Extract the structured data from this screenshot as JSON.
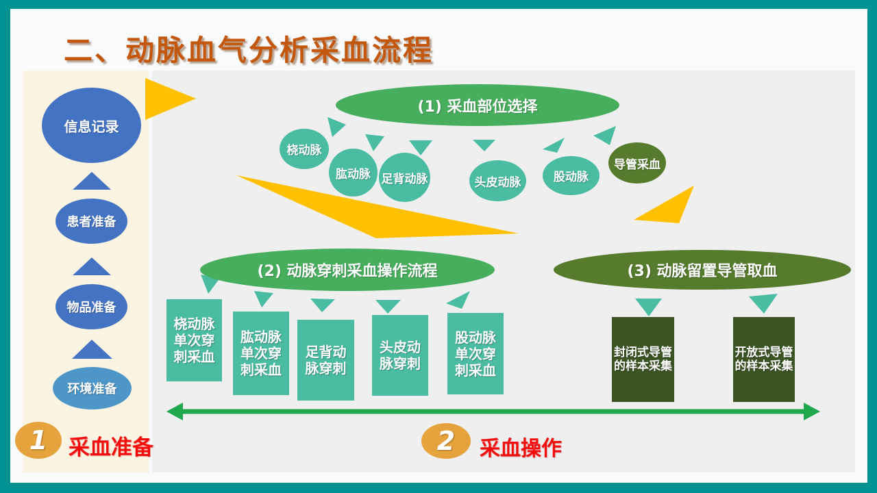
{
  "slide": {
    "title": "二、动脉血气分析采血流程"
  },
  "sidebar": {
    "steps": [
      {
        "label": "信息记录"
      },
      {
        "label": "患者准备"
      },
      {
        "label": "物品准备"
      },
      {
        "label": "环境准备"
      }
    ],
    "badge_number": "1",
    "badge_label": "采血准备"
  },
  "sections": {
    "s1": {
      "title": "(1) 采血部位选择",
      "sites": [
        "桡动脉",
        "肱动脉",
        "足背动脉",
        "头皮动脉",
        "股动脉",
        "导管采血"
      ]
    },
    "s2": {
      "title": "(2) 动脉穿刺采血操作流程",
      "steps": [
        "桡动脉单次穿刺采血",
        "肱动脉单次穿刺采血",
        "足背动脉穿刺",
        "头皮动脉穿刺",
        "股动脉单次穿刺采血"
      ]
    },
    "s3": {
      "title": "(3) 动脉留置导管取血",
      "steps": [
        "封闭式导管的样本采集",
        "开放式导管的样本采集"
      ]
    }
  },
  "footer": {
    "badge_number": "2",
    "badge_label": "采血操作"
  },
  "colors": {
    "frame_teal": "#019394",
    "sidebar_cream": "#FCF4E2",
    "panel_gray": "#EFEFEF",
    "title_orange": "#C4570E",
    "step_blue": "#4473C4",
    "step_light_blue": "#4E96C8",
    "section_green": "#47AE5E",
    "site_teal": "#4ABCA2",
    "catheter_olive": "#567B2D",
    "sample_dark_green": "#3C5423",
    "badge_orange": "#E6A23C",
    "label_red": "#F40B0B",
    "accent_yellow": "#FFC000",
    "arrow_green": "#1FA94C"
  }
}
